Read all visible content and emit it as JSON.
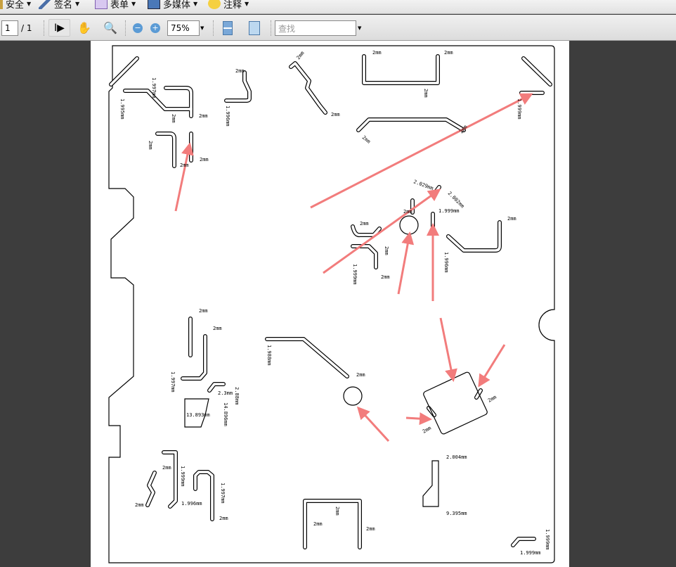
{
  "menubar": {
    "items": [
      {
        "label": "安全",
        "icon": "lock-icon"
      },
      {
        "label": "签名",
        "icon": "pen-icon"
      },
      {
        "label": "表单",
        "icon": "form-icon"
      },
      {
        "label": "多媒体",
        "icon": "film-icon"
      },
      {
        "label": "注释",
        "icon": "comment-icon"
      }
    ]
  },
  "toolbar": {
    "page_current": "1",
    "page_total": "/ 1",
    "zoom": "75%",
    "search_placeholder": "查找"
  },
  "drawing": {
    "labels": [
      "1.995mm",
      "1.997mm",
      "2mm",
      "2mm",
      "2mm",
      "1.996mm",
      "2mm",
      "2mm",
      "2mm",
      "2mm",
      "2mm",
      "2mm",
      "2mm",
      "1.999mm",
      "2mm",
      "2mm",
      "2mm",
      "2.029mm",
      "2.002mm",
      "2mm",
      "1.999mm",
      "2mm",
      "2mm",
      "1.999mm",
      "2mm",
      "2mm",
      "1.996mm",
      "2mm",
      "2mm",
      "1.997mm",
      "2.88mm",
      "2.3mm",
      "14.896mm",
      "13.893mm",
      "1.988mm",
      "2mm",
      "2mm",
      "2mm",
      "2mm",
      "1.999mm",
      "1.997mm",
      "2mm",
      "1.996mm",
      "2mm",
      "2mm",
      "2mm",
      "2mm",
      "2.004mm",
      "9.395mm",
      "1.999mm",
      "1.999mm"
    ],
    "accent_color": "#f27c7c"
  }
}
